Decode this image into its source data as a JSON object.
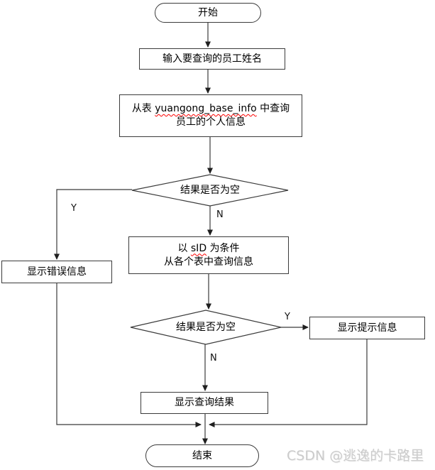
{
  "diagram": {
    "nodes": {
      "start": "开始",
      "input_name": "输入要查询的员工姓名",
      "query_base": {
        "line1_prefix": "从表 ",
        "line1_code": "yuangong_base_info",
        "line1_suffix": " 中查询",
        "line2": "员工的个人信息"
      },
      "decision_empty_1": "结果是否为空",
      "query_tables": {
        "line1_prefix": "以 ",
        "line1_code": "sID",
        "line1_suffix": " 为条件",
        "line2": "从各个表中查询信息"
      },
      "show_error": "显示错误信息",
      "decision_empty_2": "结果是否为空",
      "show_prompt": "显示提示信息",
      "show_result": "显示查询结果",
      "end": "结束"
    },
    "edge_labels": {
      "decision1_yes": "Y",
      "decision1_no": "N",
      "decision2_yes": "Y",
      "decision2_no": "N"
    },
    "colors": {
      "line": "#3b3b3b",
      "shape_border": "#3b3b3b",
      "shape_fill": "#ffffff",
      "text": "#000000",
      "spellcheck_underline": "#ff0000",
      "watermark_text": "#cbcbcb"
    }
  },
  "watermark": "CSDN @逃逸的卡路里"
}
